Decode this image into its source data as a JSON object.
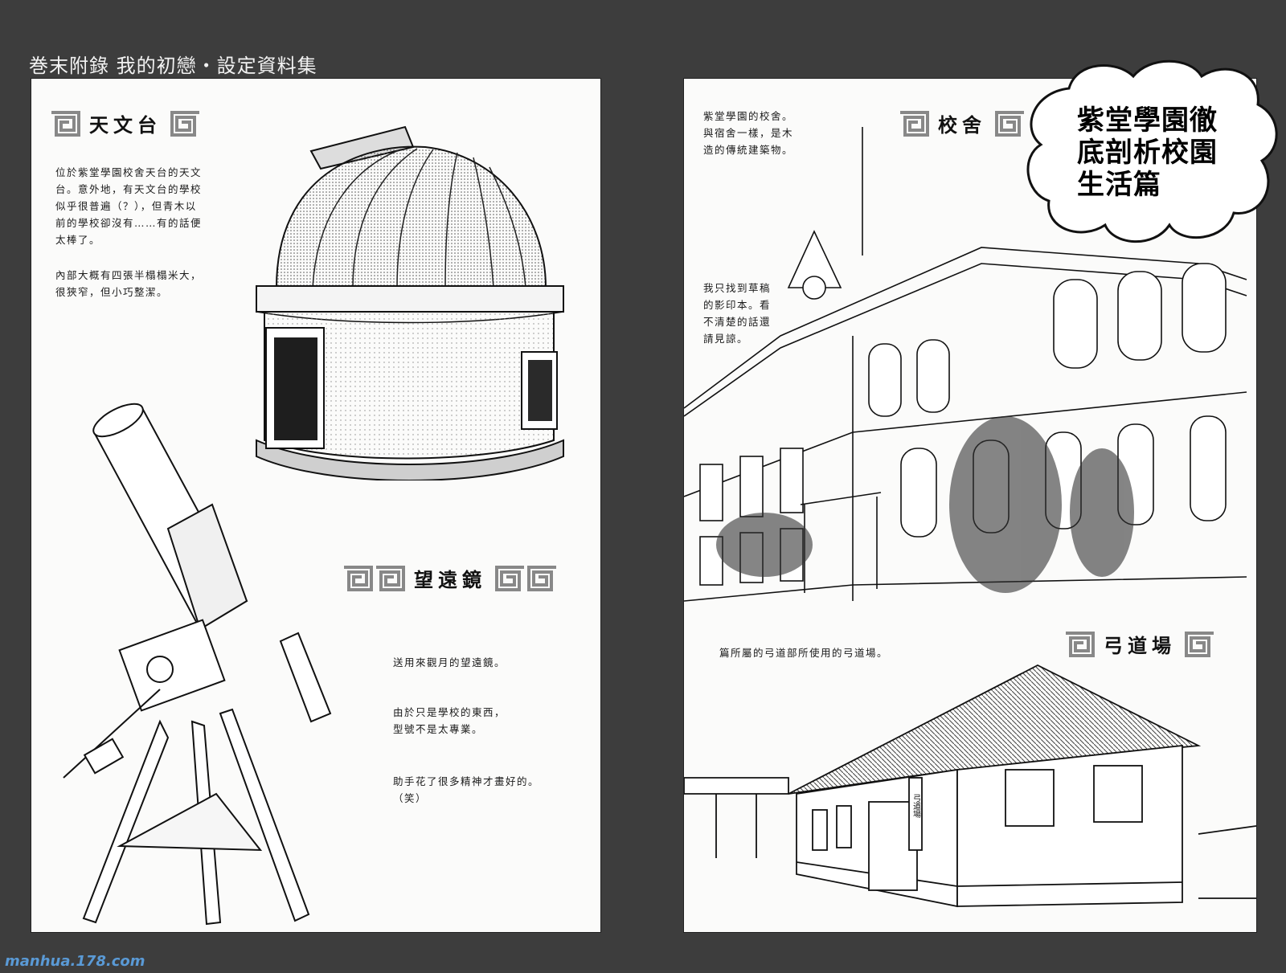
{
  "header": {
    "text": "巻末附錄 我的初戀・設定資料集"
  },
  "left_page": {
    "observatory": {
      "title": "天文台",
      "caption1": [
        "位於紫堂學園校舍天台的天文",
        "台。意外地，有天文台的學校",
        "似乎很普遍（？），但青木以",
        "前的學校卻沒有……有的話便",
        "太棒了。"
      ],
      "caption2": [
        "內部大概有四張半榻榻米大，",
        "很狹窄，但小巧整潔。"
      ]
    },
    "telescope": {
      "title": "望遠鏡",
      "caption1": [
        "送用來觀月的望遠鏡。"
      ],
      "caption2": [
        "由於只是學校的東西，",
        "型號不是太專業。"
      ],
      "caption3": [
        "助手花了很多精神才畫好的。",
        "（笑）"
      ]
    }
  },
  "right_page": {
    "school_building": {
      "title": "校舍",
      "caption1": [
        "紫堂學園的校舍。",
        "與宿舍一樣，是木",
        "造的傳統建築物。"
      ],
      "caption2": [
        "我只找到草稿",
        "的影印本。看",
        "不清楚的話還",
        "請見諒。"
      ]
    },
    "archery_hall": {
      "title": "弓道場",
      "caption1": [
        "篇所屬的弓道部所使用的弓道場。"
      ],
      "sign": "弓道場"
    },
    "cloud_title": [
      "紫堂學園徹",
      "底剖析校園",
      "生活篇"
    ]
  },
  "watermark": {
    "text": "manhua.178.com",
    "accent": "#5a9ad6"
  }
}
